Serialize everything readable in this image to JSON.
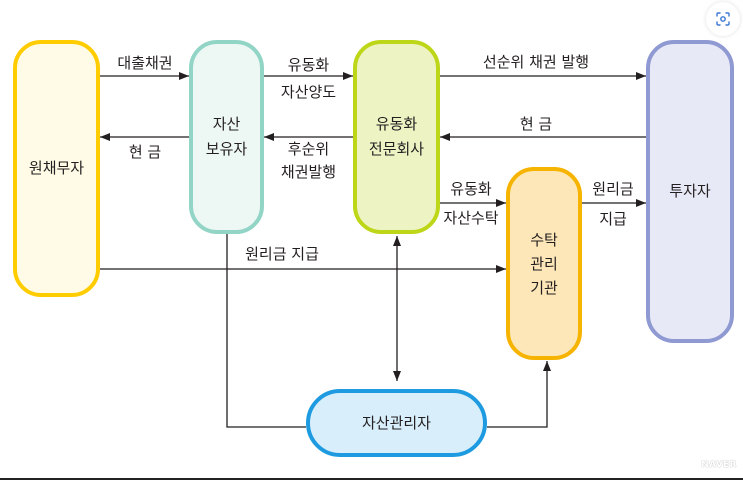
{
  "diagram": {
    "nodes": {
      "original_debtor": {
        "lines": [
          "원채무자"
        ]
      },
      "asset_holder": {
        "lines": [
          "자산",
          "보유자"
        ]
      },
      "spc": {
        "lines": [
          "유동화",
          "전문회사"
        ]
      },
      "trustee": {
        "lines": [
          "수탁",
          "관리",
          "기관"
        ]
      },
      "investor": {
        "lines": [
          "투자자"
        ]
      },
      "asset_manager": {
        "lines": [
          "자산관리자"
        ]
      }
    },
    "edges": [
      {
        "id": "loan-receivables",
        "from": "original_debtor",
        "to": "asset_holder",
        "label": [
          "대출채권"
        ]
      },
      {
        "id": "cash-to-debtor",
        "from": "asset_holder",
        "to": "original_debtor",
        "label": [
          "현 금"
        ]
      },
      {
        "id": "asset-transfer",
        "from": "asset_holder",
        "to": "spc",
        "label": [
          "유동화",
          "자산양도"
        ]
      },
      {
        "id": "subordinated-bond",
        "from": "spc",
        "to": "asset_holder",
        "label": [
          "후순위",
          "채권발행"
        ]
      },
      {
        "id": "senior-bond",
        "from": "spc",
        "to": "investor",
        "label": [
          "선순위 채권 발행"
        ]
      },
      {
        "id": "cash-to-spc",
        "from": "investor",
        "to": "spc",
        "label": [
          "현 금"
        ]
      },
      {
        "id": "asset-trust",
        "from": "spc",
        "to": "trustee",
        "label": [
          "유동화",
          "자산수탁"
        ]
      },
      {
        "id": "payment-to-investor",
        "from": "trustee",
        "to": "investor",
        "label": [
          "원리금",
          "지급"
        ]
      },
      {
        "id": "payment-from-debtor",
        "from": "original_debtor",
        "to": "trustee",
        "label": [
          "원리금 지급"
        ]
      },
      {
        "id": "holder-to-manager",
        "from": "asset_holder",
        "to": "asset_manager",
        "label": []
      },
      {
        "id": "spc-manager",
        "from": "spc",
        "to": "asset_manager",
        "bidirectional": true,
        "label": []
      },
      {
        "id": "manager-to-trustee",
        "from": "asset_manager",
        "to": "trustee",
        "label": []
      }
    ]
  },
  "colors": {
    "original_debtor": {
      "border": "#ffcc00",
      "fill": "#fffbe6"
    },
    "asset_holder": {
      "border": "#92d5c6",
      "fill": "#edf7f3"
    },
    "spc": {
      "border": "#bdd617",
      "fill": "#eef3c4"
    },
    "trustee": {
      "border": "#f6b400",
      "fill": "#fde7b8"
    },
    "investor": {
      "border": "#8f99d2",
      "fill": "#e8e9f7"
    },
    "asset_manager": {
      "border": "#1e9be0",
      "fill": "#d8eefb"
    },
    "arrow": "#231f20",
    "lens_icon": "#3a77d6"
  },
  "overlay": {
    "lens_button_icon": "image-search-icon",
    "watermark": "NAVER"
  }
}
